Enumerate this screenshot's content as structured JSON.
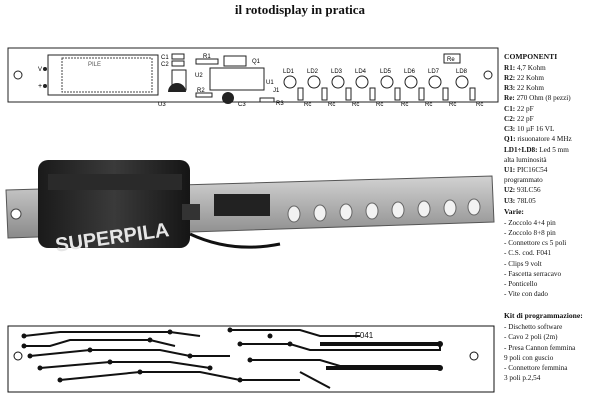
{
  "title": "il rotodisplay in pratica",
  "layout_labels": {
    "R1": "R1",
    "R2": "R2",
    "R3": "R3",
    "Re": "Re",
    "Rc": "Rc",
    "C1": "C1",
    "C2": "C2",
    "C3": "C3",
    "U1": "U1",
    "U2": "U2",
    "U3": "U3",
    "Q1": "Q1",
    "J1": "J1",
    "LD1": "LD1",
    "LD2": "LD2",
    "LD3": "LD3",
    "LD4": "LD4",
    "LD5": "LD5",
    "LD6": "LD6",
    "LD7": "LD7",
    "LD8": "LD8",
    "plus": "+",
    "V": "V"
  },
  "photo_battery_text": "SUPERPILA",
  "pcb_code": "F041",
  "components": {
    "heading": "COMPONENTI",
    "items": [
      {
        "ref": "R1:",
        "desc": "4,7 Kohm"
      },
      {
        "ref": "R2:",
        "desc": "22 Kohm"
      },
      {
        "ref": "R3:",
        "desc": "22 Kohm"
      },
      {
        "ref": "Re:",
        "desc": "270 Ohm (8 pezzi)"
      },
      {
        "ref": "C1:",
        "desc": "22 pF"
      },
      {
        "ref": "C2:",
        "desc": "22 pF"
      },
      {
        "ref": "C3:",
        "desc": "10 µF 16 VL"
      },
      {
        "ref": "Q1:",
        "desc": "risuonatore 4 MHz"
      },
      {
        "ref": "LD1÷LD8:",
        "desc": "Led 5 mm\n        alta luminosità"
      },
      {
        "ref": "U1:",
        "desc": "PIC16C54\nprogrammato"
      },
      {
        "ref": "U2:",
        "desc": "93LC56"
      },
      {
        "ref": "U3:",
        "desc": "78L05"
      }
    ],
    "varie_heading": "Varie:",
    "varie": [
      "- Zoccolo 4+4 pin",
      "- Zoccolo 8+8 pin",
      "- Connettore cs 5 poli",
      "- C.S. cod. F041",
      "- Clips 9 volt",
      "- Fascetta serracavo",
      "- Ponticello",
      "- Vite con dado"
    ]
  },
  "kit": {
    "heading": "Kit di programmazione:",
    "items": [
      "- Dischetto software",
      "- Cavo 2 poli (2m)",
      "- Presa Cannon femmina\n   9 poli  con guscio",
      "- Connettore femmina\n   3 poli p.2,54"
    ]
  }
}
